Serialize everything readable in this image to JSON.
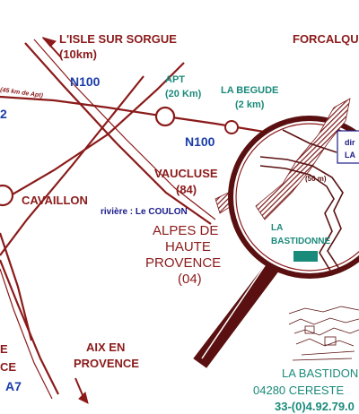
{
  "places": {
    "lisle": "L'ISLE SUR SORGUE",
    "lisle_dist": "(10km)",
    "forcalquier": "FORCALQUIER",
    "avignon_dist": "(45 km de Apt)",
    "apt": "APT",
    "apt_dist": "(20 Km)",
    "la_begude": "LA BEGUDE",
    "la_begude_dist": "(2 km)",
    "cavaillon": "CAVAILLON",
    "vaucluse": "VAUCLUSE",
    "vaucluse_num": "(84)",
    "riviere": "rivière : Le COULON",
    "alpes1": "ALPES DE",
    "alpes2": "HAUTE",
    "alpes3": "PROVENCE",
    "alpes_num": "(04)",
    "aix1": "AIX EN",
    "aix2": "PROVENCE",
    "left_e": "E",
    "left_ce": "CE",
    "inset_dir": "dir",
    "inset_la": "LA",
    "inset_dist": "(50 m)",
    "bastidonne1": "LA",
    "bastidonne2": "BASTIDONNE"
  },
  "roads": {
    "n100_top": "N100",
    "n100_mid": "N100",
    "a7": "A7",
    "left_2": "2"
  },
  "footer": {
    "name": "LA BASTIDONNE",
    "address": "04280 CERESTE",
    "phone": "33-(0)4.92.79.0"
  },
  "colors": {
    "road": "#8b1a1a",
    "text_red": "#8b1a1a",
    "text_blue": "#1a3da8",
    "text_teal": "#1a8a7a",
    "marker": "#1a8a7a"
  }
}
